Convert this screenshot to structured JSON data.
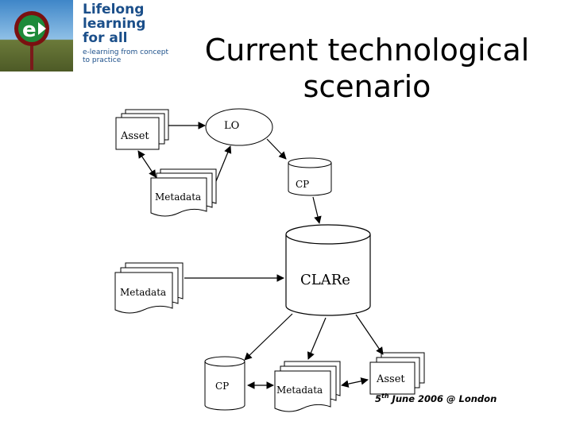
{
  "logo": {
    "line1": "Lifelong",
    "line2": "learning",
    "line3": "for all",
    "tagline1": "e-learning from concept",
    "tagline2": "to practice"
  },
  "title": {
    "line1": "Current technological",
    "line2": "scenario"
  },
  "diagram": {
    "asset_top": "Asset",
    "lo": "LO",
    "metadata_mid": "Metadata",
    "cp_top": "CP",
    "clare": "CLARe",
    "metadata_left": "Metadata",
    "cp_bottom": "CP",
    "metadata_bottom": "Metadata",
    "asset_bottom": "Asset"
  },
  "footer": {
    "day": "5",
    "sup": "th",
    "rest": " June 2006 @ London"
  }
}
